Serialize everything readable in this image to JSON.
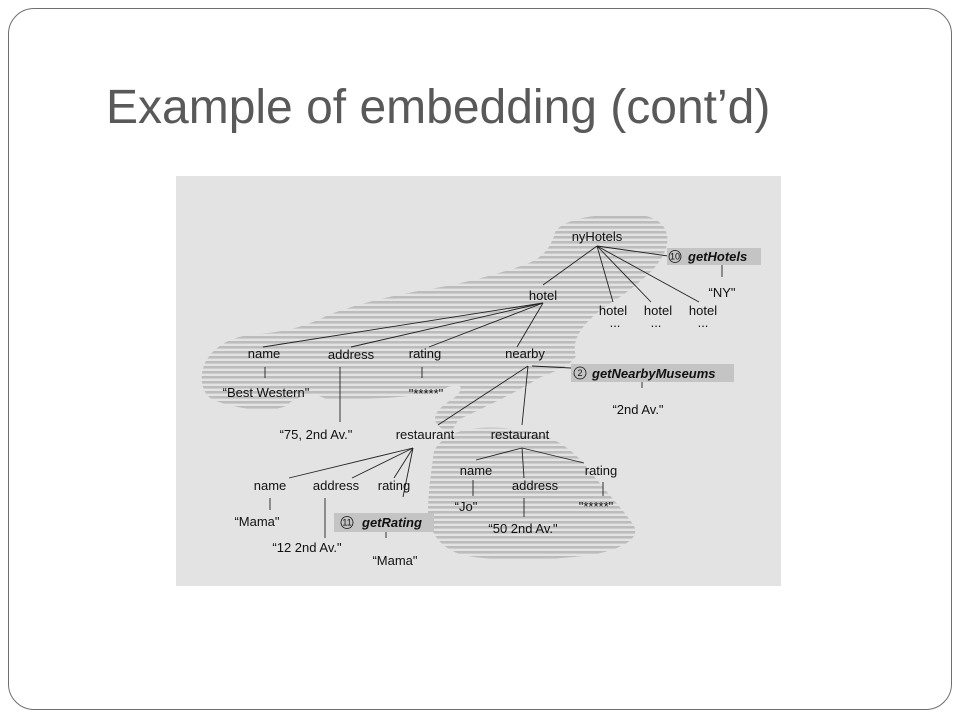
{
  "slide": {
    "title": "Example of embedding (cont’d)"
  },
  "colors": {
    "figure_bg": "#e3e3e3",
    "blob_fill": "#c8c8c8",
    "service_box": "#c4c4c4",
    "title": "#595959"
  },
  "tree": {
    "root": "nyHotels",
    "hotel": "hotel",
    "hotel2": "hotel",
    "hotel3": "hotel",
    "hotel4": "hotel",
    "ellipsis": "...",
    "name1": "name",
    "address1": "address",
    "rating1": "rating",
    "nearby": "nearby",
    "name1_val": "“Best Western\"",
    "address1_val": "“75, 2nd Av.\"",
    "rating1_val": "\"*****\"",
    "restaurant1": "restaurant",
    "restaurant2": "restaurant",
    "r1_name": "name",
    "r1_address": "address",
    "r1_rating": "rating",
    "r1_name_val": "“Mama\"",
    "r1_address_val": "“12 2nd Av.\"",
    "r1_rating_arg": "“Mama\"",
    "r2_name": "name",
    "r2_address": "address",
    "r2_rating": "rating",
    "r2_name_val": "“Jo\"",
    "r2_address_val": "“50 2nd Av.\"",
    "r2_rating_val": "\"*****\""
  },
  "services": {
    "getHotels": {
      "num": "10",
      "label": "getHotels",
      "arg": "“NY\""
    },
    "getNearbyMuseums": {
      "num": "2",
      "label": "getNearbyMuseums",
      "arg": "“2nd Av.\""
    },
    "getRating": {
      "num": "11",
      "label": "getRating"
    }
  }
}
